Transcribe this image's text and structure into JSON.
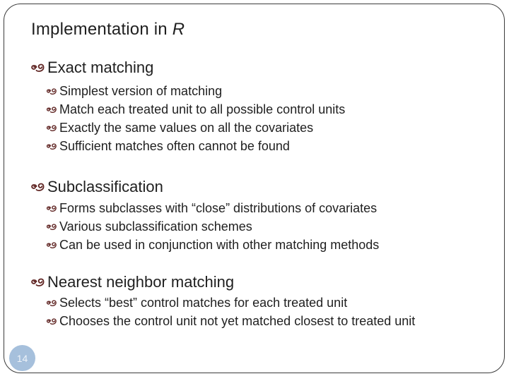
{
  "slide": {
    "title": {
      "prefix": "Implementation in ",
      "emphasis": "R"
    },
    "bullet_icon": "floral-flourish-bullet",
    "page_number": "14",
    "colors": {
      "text": "#1f1f1f",
      "bullet": "#5f2422",
      "border": "#3c3c3c",
      "page_circle": "#a6c0dc",
      "page_text": "#eef3f9"
    },
    "sections": [
      {
        "heading": "Exact matching",
        "items": [
          "Simplest version of matching",
          "Match each treated unit to all possible control units",
          "Exactly the same values on all the covariates",
          "Sufficient matches often cannot be found"
        ]
      },
      {
        "heading": "Subclassification",
        "items": [
          "Forms subclasses with “close” distributions of covariates",
          "Various subclassification schemes",
          "Can be used in conjunction with other matching methods"
        ]
      },
      {
        "heading": "Nearest neighbor matching",
        "items": [
          "Selects “best” control matches for each treated unit",
          "Chooses the control unit not yet matched closest to treated unit"
        ]
      }
    ]
  }
}
